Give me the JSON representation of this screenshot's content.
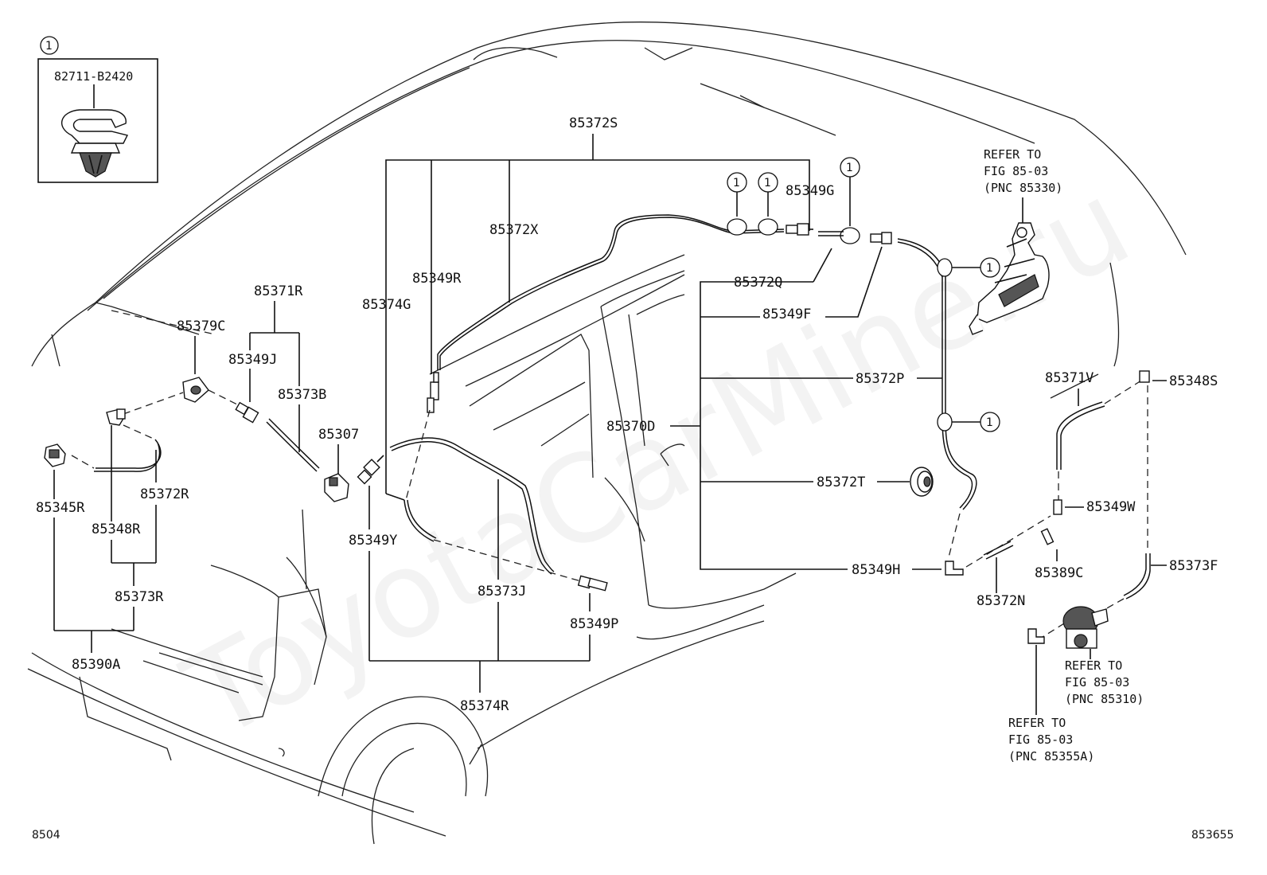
{
  "watermark": "ToyotaCarMine.ru",
  "page_code_left": "8504",
  "page_code_right": "853655",
  "inset": {
    "marker": "1",
    "part": "82711-B2420"
  },
  "callout_marker": "1",
  "labels": {
    "p85372S": "85372S",
    "p85372X": "85372X",
    "p85349R": "85349R",
    "p85374G": "85374G",
    "p85371R": "85371R",
    "p85379C": "85379C",
    "p85349J": "85349J",
    "p85373B": "85373B",
    "p85307": "85307",
    "p85345R": "85345R",
    "p85372R": "85372R",
    "p85348R": "85348R",
    "p85373R": "85373R",
    "p85390A": "85390A",
    "p85349Y": "85349Y",
    "p85373J": "85373J",
    "p85349P": "85349P",
    "p85374R": "85374R",
    "p85349G": "85349G",
    "p85372Q": "85372Q",
    "p85349F": "85349F",
    "p85372P": "85372P",
    "p85370D": "85370D",
    "p85372T": "85372T",
    "p85349H": "85349H",
    "p85372N": "85372N",
    "p85371V": "85371V",
    "p85348S": "85348S",
    "p85349W": "85349W",
    "p85389C": "85389C",
    "p85373F": "85373F"
  },
  "refs": {
    "r85330": {
      "line1": "REFER TO",
      "line2": "FIG 85-03",
      "line3": "(PNC 85330)"
    },
    "r85310": {
      "line1": "REFER TO",
      "line2": "FIG 85-03",
      "line3": "(PNC 85310)"
    },
    "r85355A": {
      "line1": "REFER TO",
      "line2": "FIG 85-03",
      "line3": "(PNC 85355A)"
    }
  }
}
